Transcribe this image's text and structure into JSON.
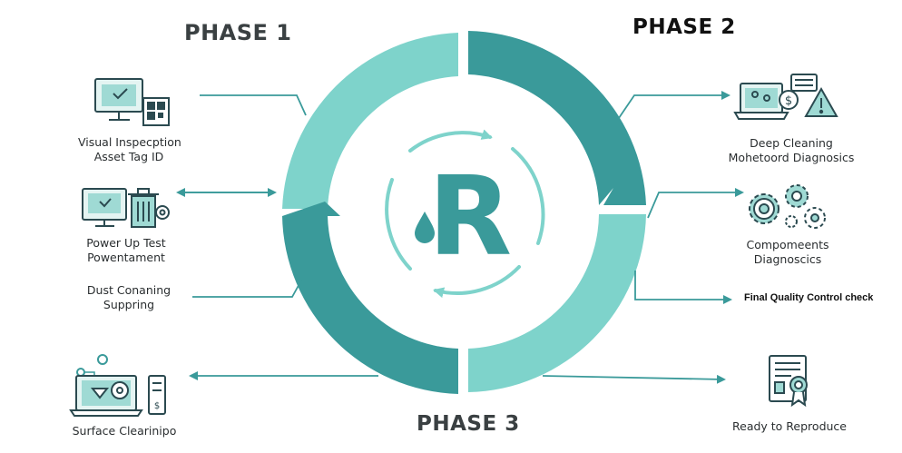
{
  "phases": {
    "phase1": "PHASE 1",
    "phase2": "PHASE 2",
    "phase3": "PHASE 3"
  },
  "center_letter": "R",
  "steps_left": [
    {
      "line1": "Visual Inspecption",
      "line2": "Asset Tag ID",
      "icon": "monitor-qr-icon"
    },
    {
      "line1": "Power Up Test",
      "line2": "Powentament",
      "icon": "monitor-trash-gear-icon"
    },
    {
      "line1": "Dust Conaning",
      "line2": "Suppring",
      "icon": "none"
    },
    {
      "line1": "Surface Clearinipo",
      "line2": "",
      "icon": "laptop-gear-device-icon"
    }
  ],
  "steps_right": [
    {
      "line1": "Deep Cleaning",
      "line2": "Mohetoord Diagnosics",
      "icon": "laptop-warning-icon"
    },
    {
      "line1": "Compomeents",
      "line2": "Diagnoscics",
      "icon": "gears-icon"
    },
    {
      "line1": "Final Quality Control check",
      "line2": "",
      "icon": "none"
    },
    {
      "line1": "Ready to Reproduce",
      "line2": "",
      "icon": "certificate-icon"
    }
  ],
  "colors": {
    "teal_light": "#7ed3cb",
    "teal_dark": "#3a9a9a",
    "teal_mid": "#5fb8b3",
    "icon_dark": "#2b4a50",
    "text": "#2a2e30"
  }
}
